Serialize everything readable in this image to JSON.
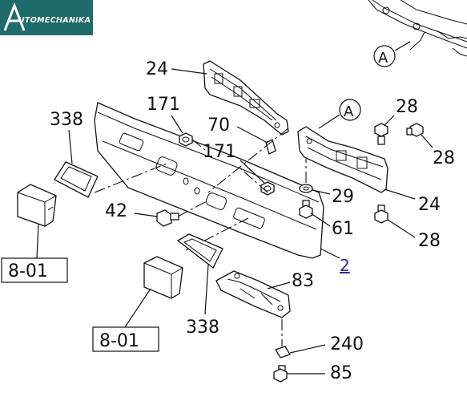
{
  "logo": {
    "initial": "A",
    "text": "UTOMECHANIKA"
  },
  "view_reference": "A",
  "callouts": {
    "bracket_top": "24",
    "bracket_right": "24",
    "nut_upper": "171",
    "nut_lower": "171",
    "clip": "70",
    "washer": "29",
    "bolt_side": "42",
    "bolt_61": "61",
    "bolt_28_top": "28",
    "bolt_28_right": "28",
    "bolt_28_bottom": "28",
    "bumper": "2",
    "cover": "83",
    "plate": "240",
    "bolt_85": "85",
    "gasket_upper": "338",
    "gasket_lower": "338",
    "lamp_ref_upper": "8-01",
    "lamp_ref_lower": "8-01"
  }
}
